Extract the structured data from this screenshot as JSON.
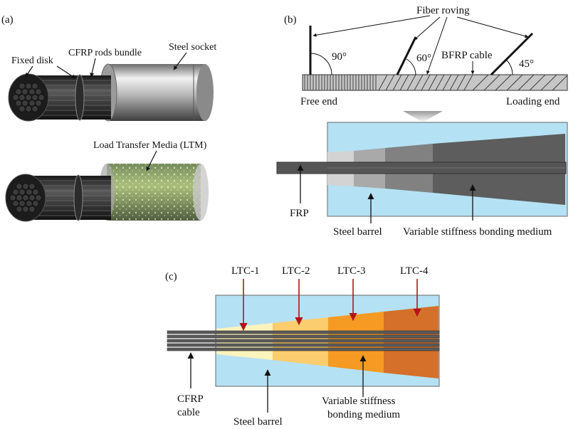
{
  "panel_a": {
    "tag": "(a)",
    "labels": {
      "fixed_disk": "Fixed disk",
      "cfrp_rods_bundle": "CFRP rods bundle",
      "steel_socket": "Steel socket",
      "ltm": "Load Transfer Media (LTM)"
    }
  },
  "panel_b": {
    "tag": "(b)",
    "labels": {
      "fiber_roving": "Fiber roving",
      "angle_90": "90°",
      "angle_60": "60°",
      "angle_45": "45°",
      "bfrp_cable": "BFRP cable",
      "free_end": "Free end",
      "loading_end": "Loading end",
      "frp": "FRP",
      "steel_barrel": "Steel barrel",
      "bonding_medium": "Variable stiffness bonding medium"
    }
  },
  "panel_c": {
    "tag": "(c)",
    "zones": [
      "LTC-1",
      "LTC-2",
      "LTC-3",
      "LTC-4"
    ],
    "labels": {
      "cable_line1": "CFRP",
      "cable_line2": "cable",
      "steel_barrel": "Steel barrel",
      "bonding_line1": "Variable stiffness",
      "bonding_line2": "bonding medium"
    }
  },
  "colors": {
    "barrel_blue": "#b5e1f4",
    "ltc_1": "#fdf3bd",
    "ltc_2": "#fbcd6e",
    "ltc_3": "#f59a22",
    "ltc_4": "#d4702a",
    "arrow_red": "#b3141c"
  }
}
